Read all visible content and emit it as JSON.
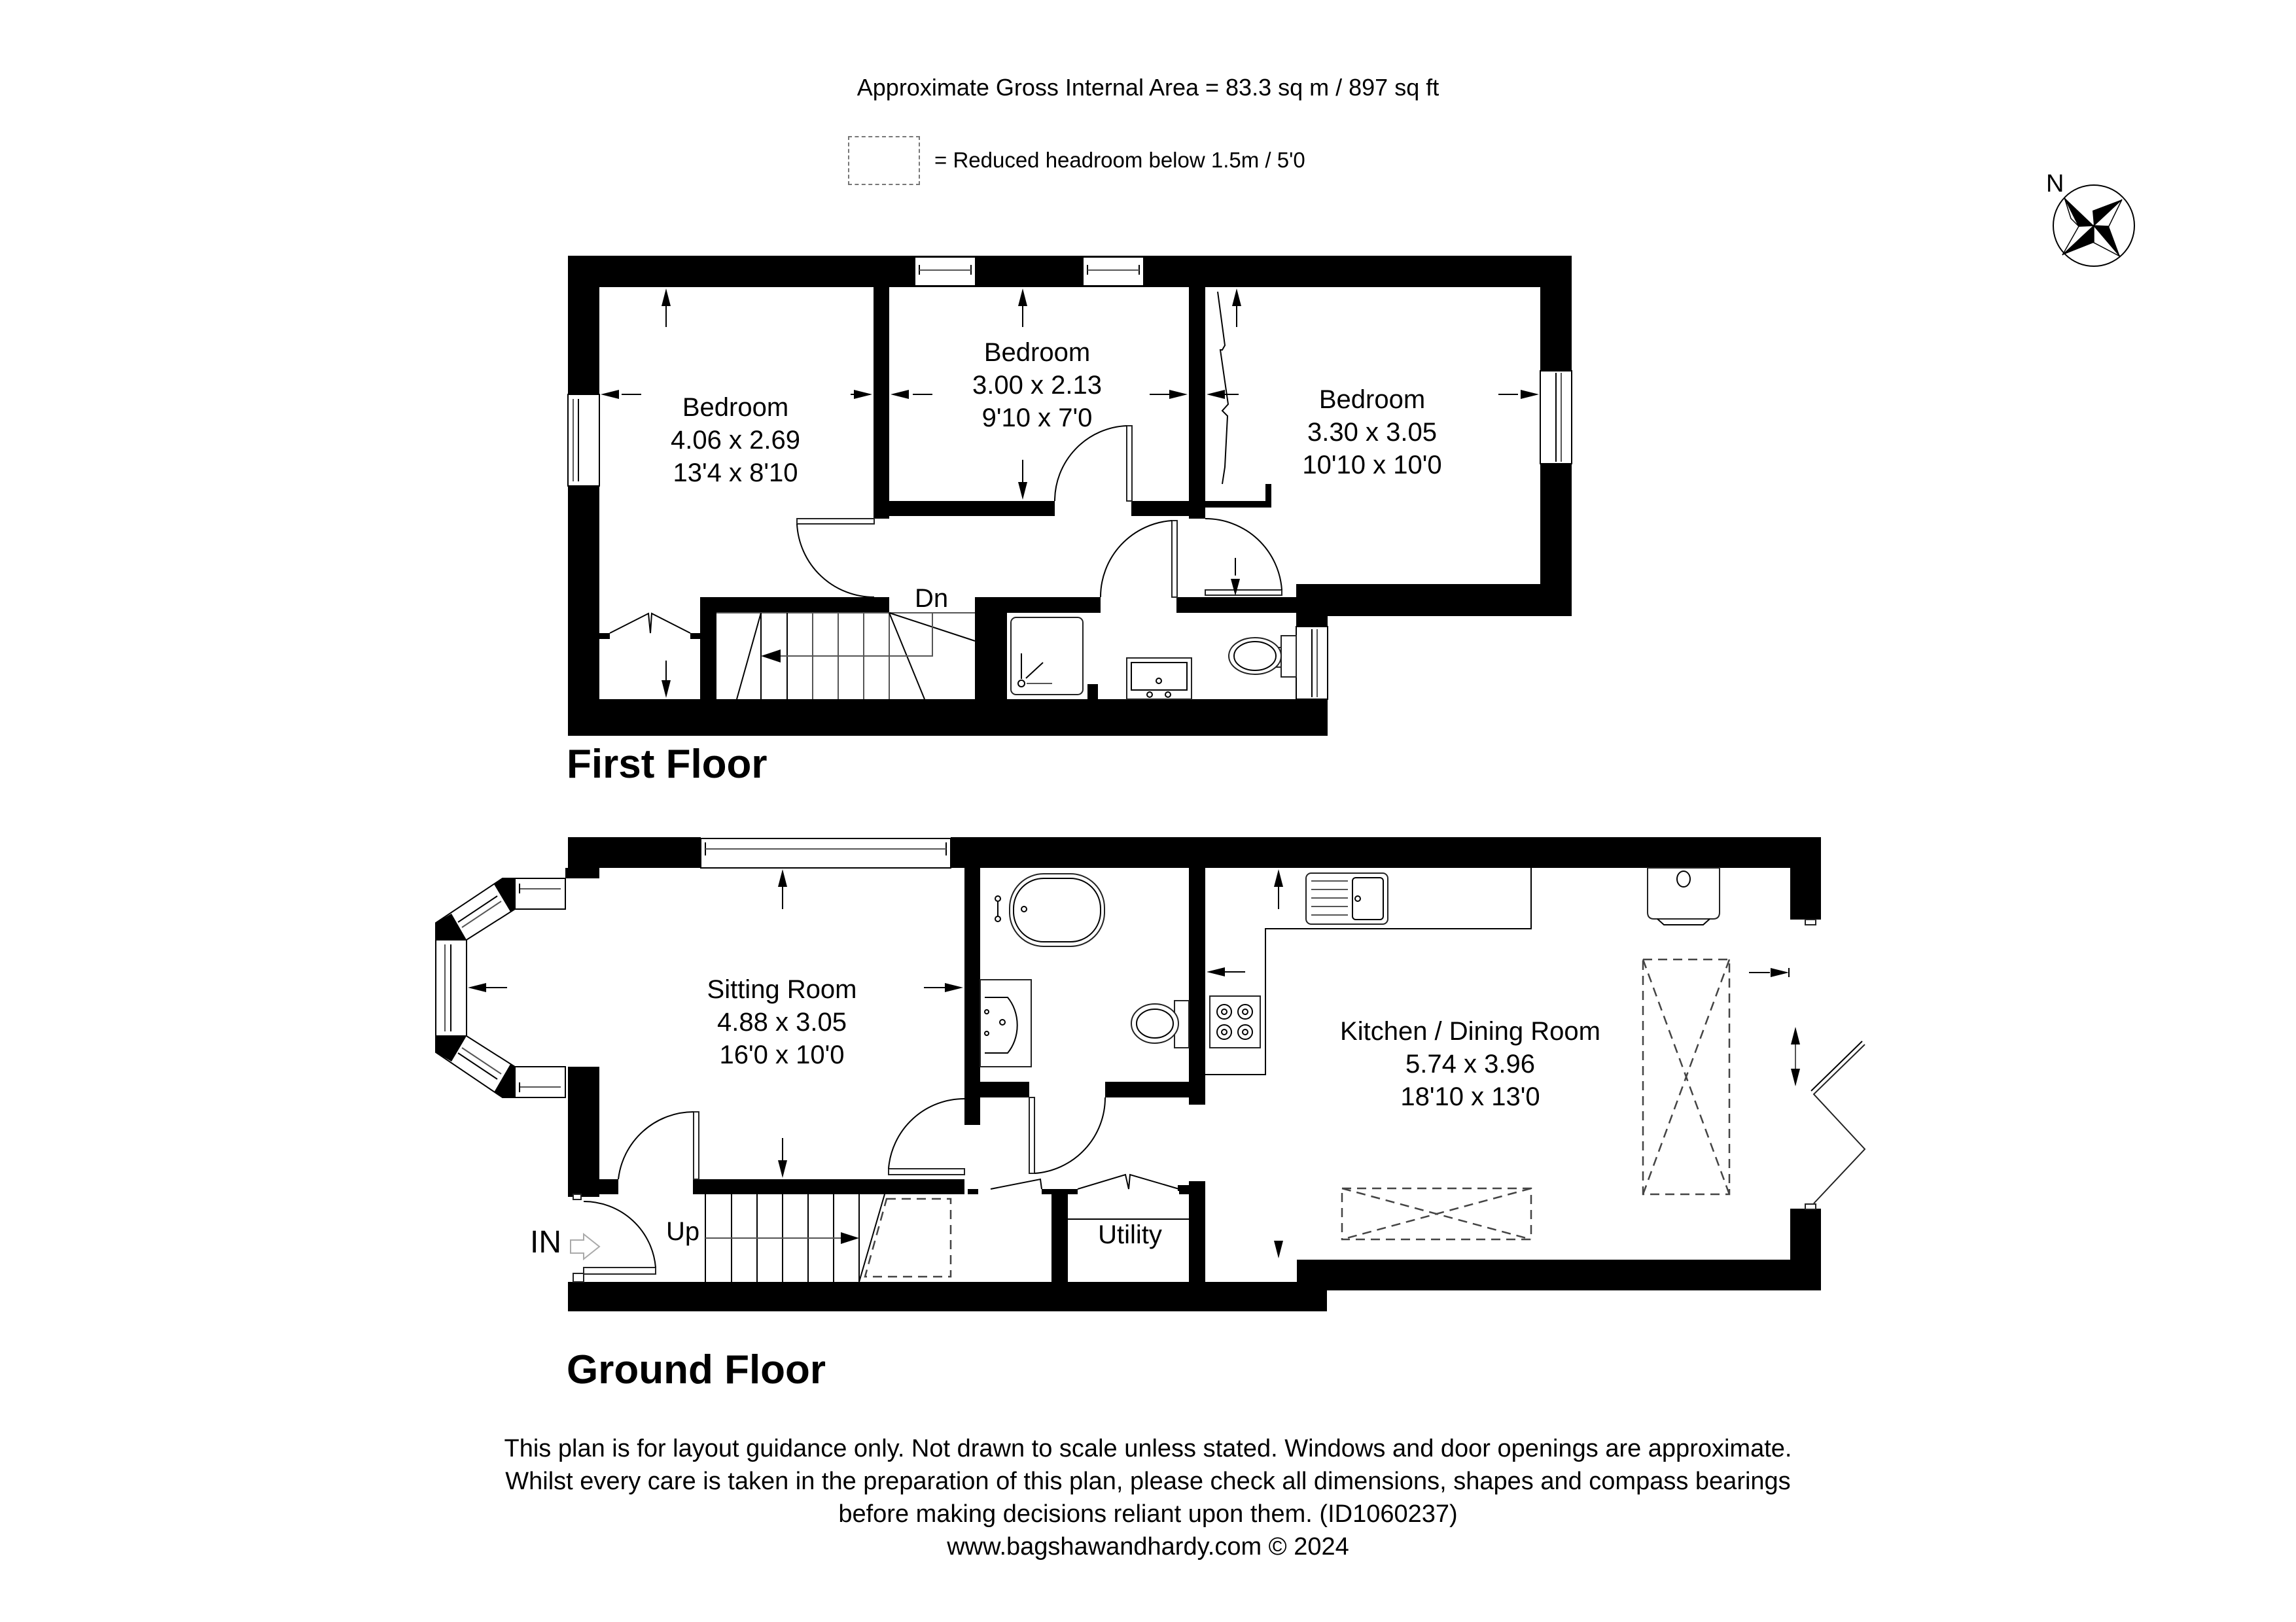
{
  "header": {
    "area_text": "Approximate Gross Internal Area = 83.3 sq m / 897 sq ft",
    "legend_text": "= Reduced headroom below 1.5m / 5'0"
  },
  "compass": {
    "label": "N",
    "icon": "compass-rose-icon"
  },
  "first_floor": {
    "label": "First Floor",
    "rooms": [
      {
        "name": "Bedroom",
        "metric": "4.06 x 2.69",
        "imperial": "13'4 x 8'10"
      },
      {
        "name": "Bedroom",
        "metric": "3.00 x 2.13",
        "imperial": "9'10 x 7'0"
      },
      {
        "name": "Bedroom",
        "metric": "3.30 x 3.05",
        "imperial": "10'10 x 10'0"
      }
    ],
    "stairs_label": "Dn"
  },
  "ground_floor": {
    "label": "Ground Floor",
    "rooms": [
      {
        "name": "Sitting Room",
        "metric": "4.88 x 3.05",
        "imperial": "16'0 x 10'0"
      },
      {
        "name": "Kitchen / Dining Room",
        "metric": "5.74 x 3.96",
        "imperial": "18'10 x 13'0"
      },
      {
        "name": "Utility"
      }
    ],
    "stairs_label": "Up",
    "entrance_label": "IN"
  },
  "footer": {
    "lines": [
      "This plan is for layout guidance only. Not drawn to scale unless stated. Windows and door openings are approximate.",
      "Whilst every care is taken in the preparation of this plan, please check all dimensions, shapes and compass bearings",
      "before making decisions reliant upon them. (ID1060237)",
      "www.bagshawandhardy.com © 2024"
    ]
  },
  "colors": {
    "wall": "#000000",
    "background": "#ffffff",
    "dashed": "#444444"
  }
}
